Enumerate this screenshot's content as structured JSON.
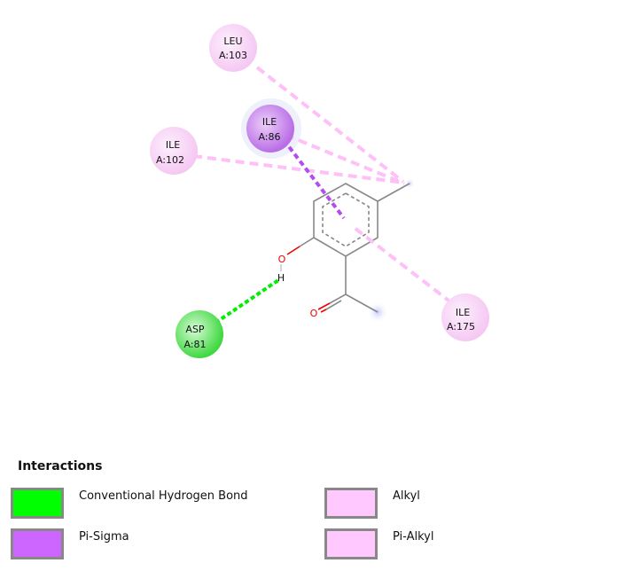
{
  "residues": [
    {
      "name": "LEU",
      "id": "A:103",
      "type": "alkyl"
    },
    {
      "name": "ILE",
      "id": "A:86",
      "type": "pi-sigma"
    },
    {
      "name": "ILE",
      "id": "A:102",
      "type": "alkyl"
    },
    {
      "name": "ASP",
      "id": "A:81",
      "type": "hbond"
    },
    {
      "name": "ILE",
      "id": "A:175",
      "type": "pi-alkyl"
    }
  ],
  "atoms": {
    "hydroxyl_o": "O",
    "hydroxyl_h": "H",
    "carbonyl_o": "O"
  },
  "legend": {
    "title": "Interactions",
    "items": [
      {
        "label": "Conventional Hydrogen Bond",
        "color": "#00ff00"
      },
      {
        "label": "Alkyl",
        "color": "#ffc8ff"
      },
      {
        "label": "Pi-Sigma",
        "color": "#cc66ff"
      },
      {
        "label": "Pi-Alkyl",
        "color": "#ffc8ff"
      }
    ]
  },
  "colors": {
    "hbond": "#00ee00",
    "pi_sigma": "#b44cf0",
    "alkyl": "#ffc0f8",
    "bond": "#888888",
    "oxygen": "#ee0000"
  }
}
